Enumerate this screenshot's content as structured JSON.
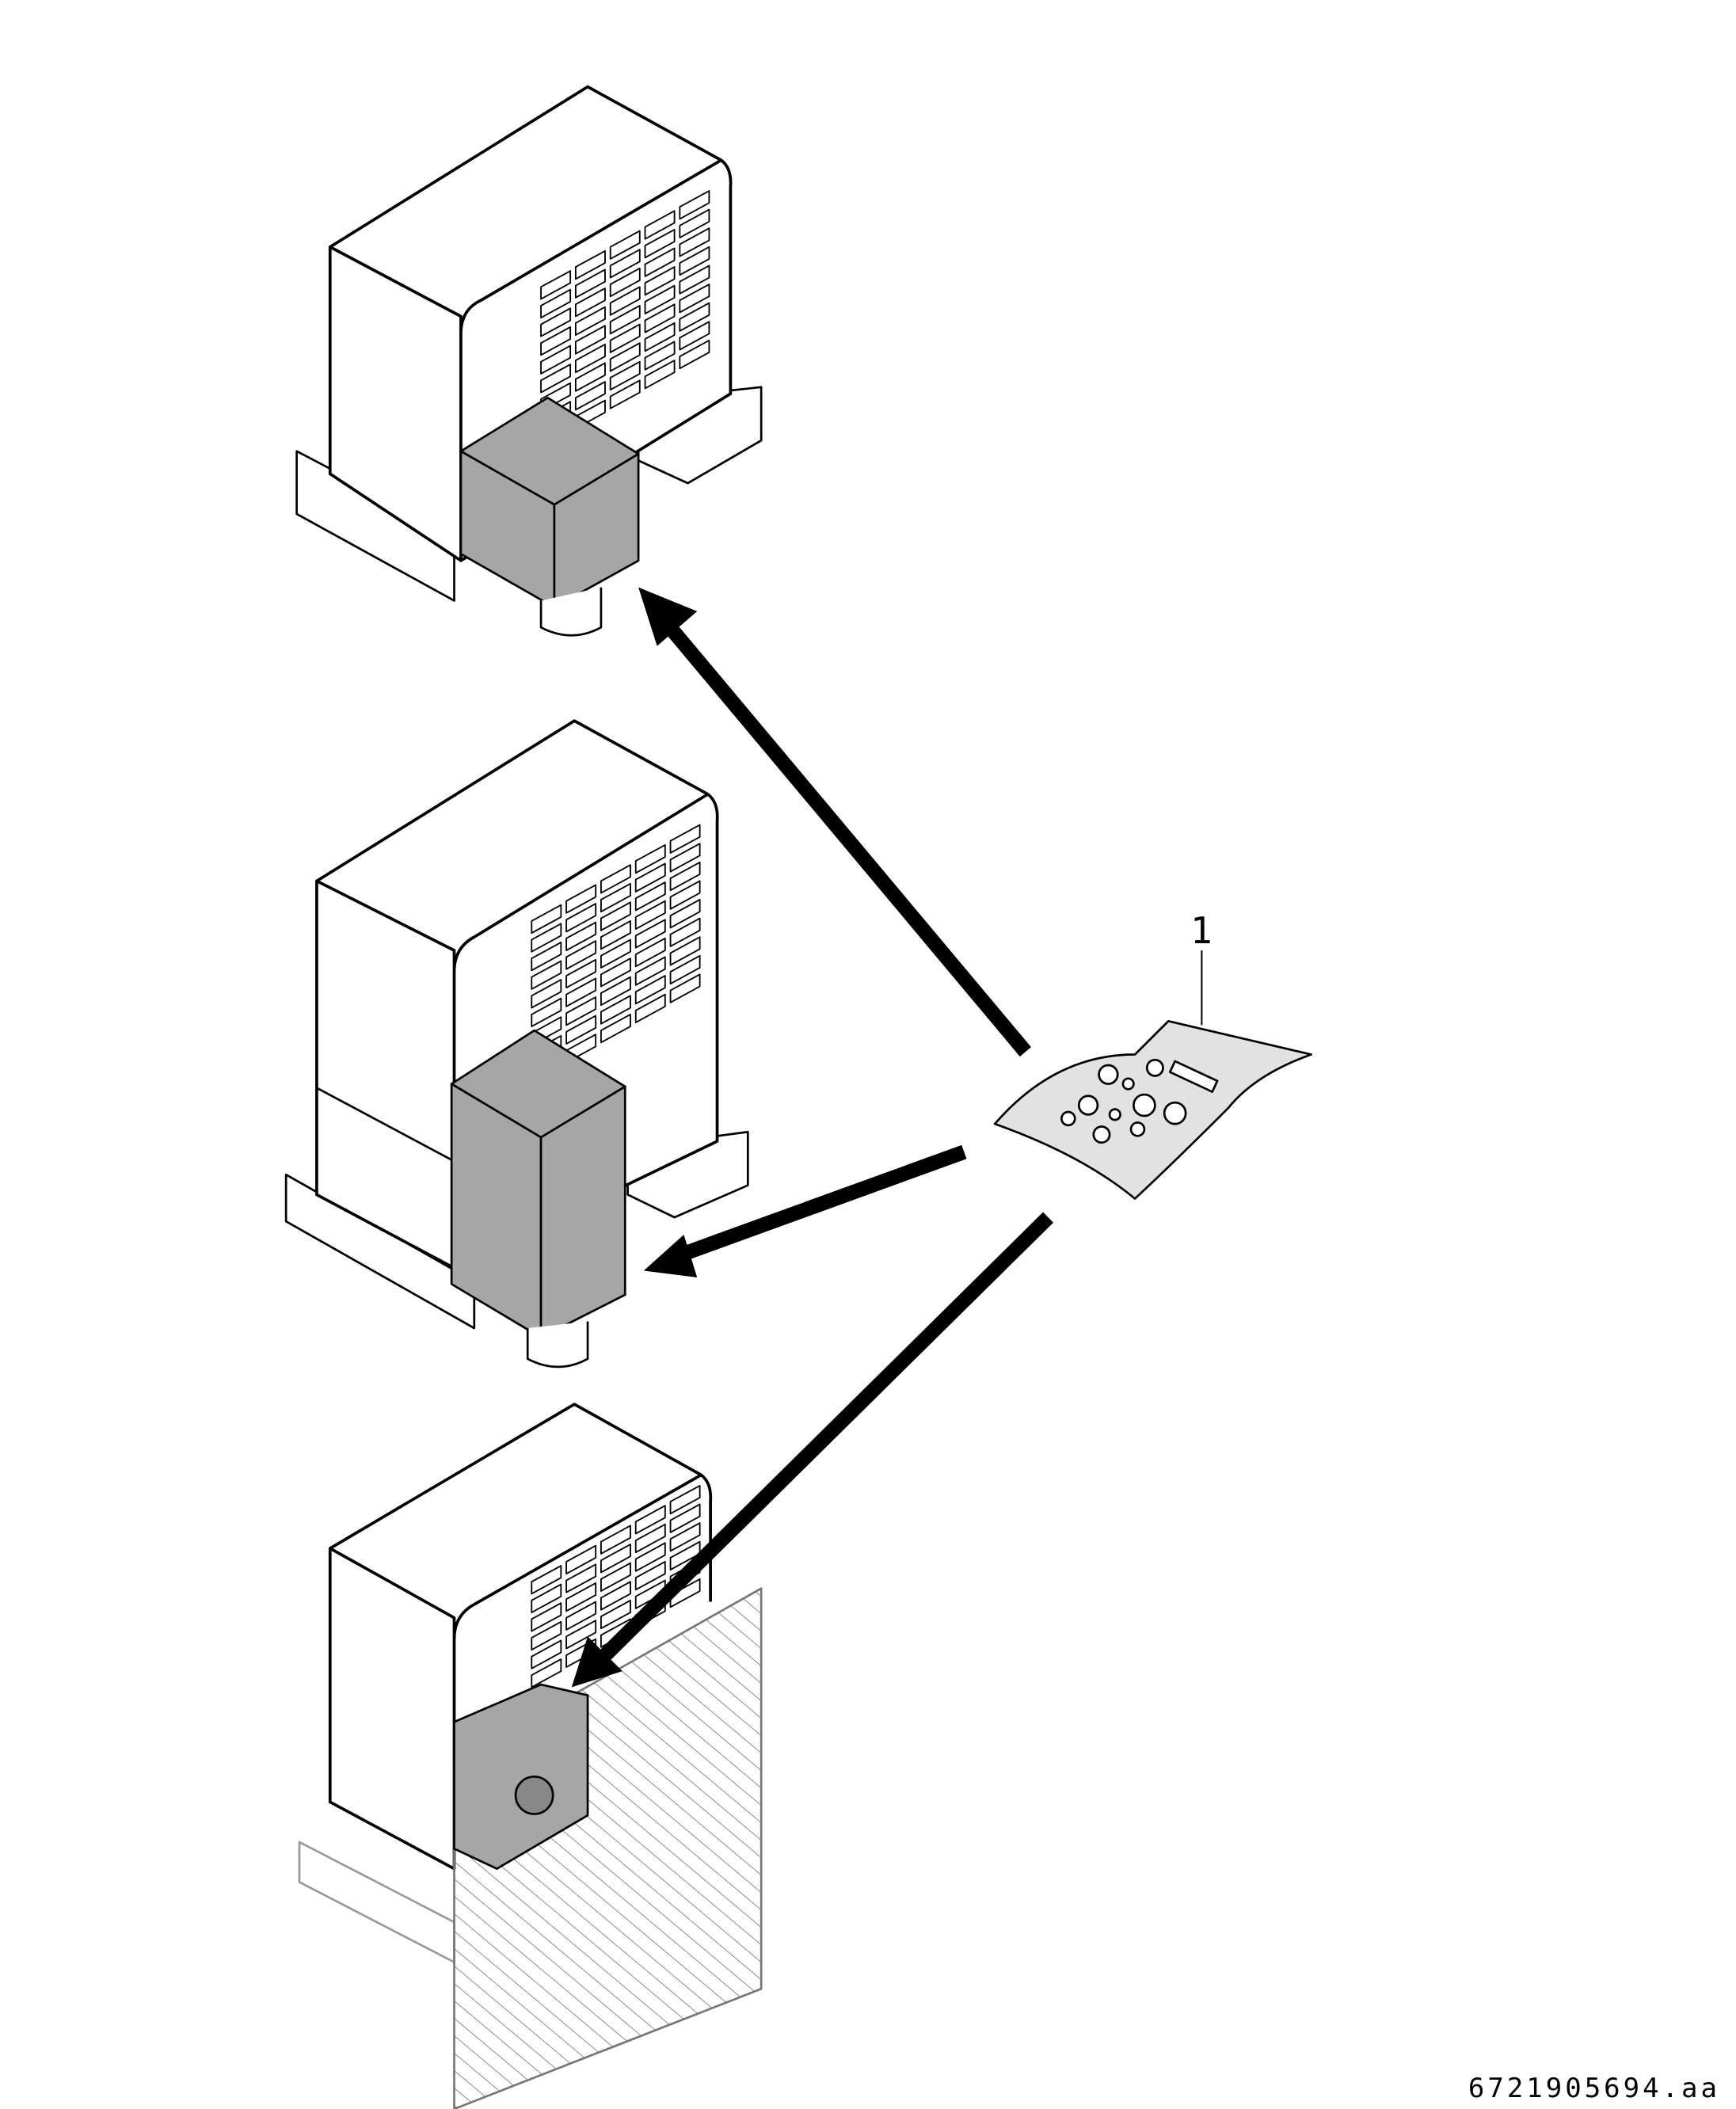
{
  "callouts": {
    "item_1": "1"
  },
  "figure_code": "6721905694.aa",
  "colors": {
    "line": "#000000",
    "component_fill": "#a6a6a6",
    "bag_fill": "#e2e2e2"
  },
  "units": [
    "top-unit-on-plinth",
    "middle-unit-tall-box",
    "bottom-unit-wall-mounted"
  ]
}
